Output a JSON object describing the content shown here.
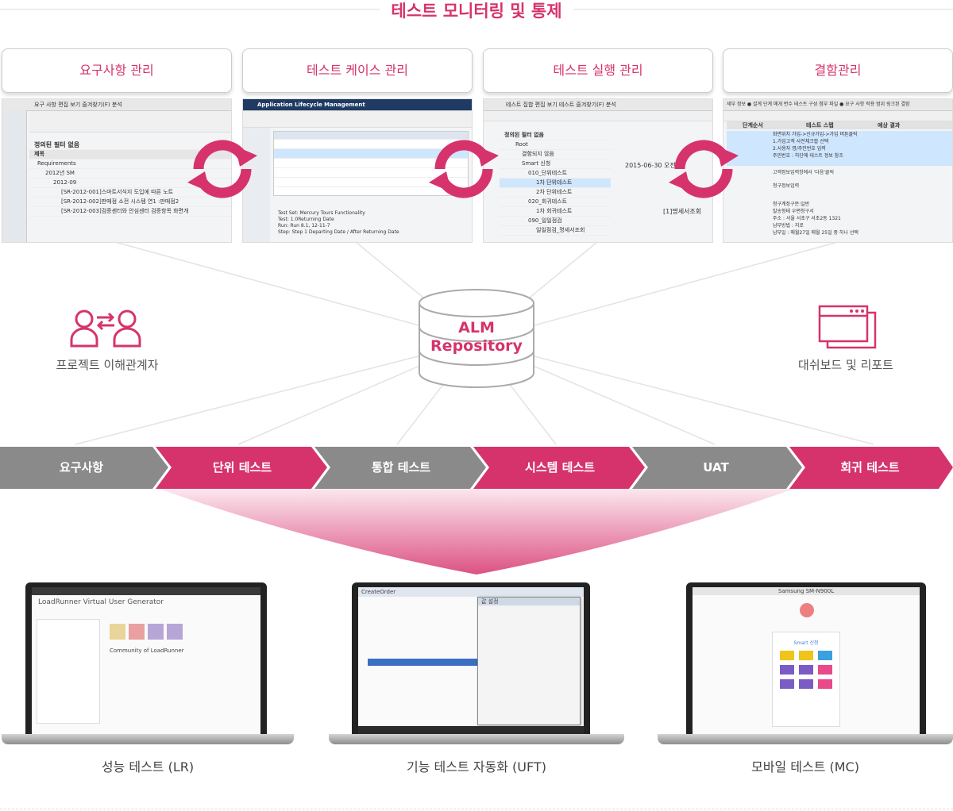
{
  "title": "테스트 모니터링 및 통제",
  "categories": [
    {
      "label": "요구사항 관리"
    },
    {
      "label": "테스트 케이스 관리"
    },
    {
      "label": "테스트 실행 관리"
    },
    {
      "label": "결함관리"
    }
  ],
  "shot1": {
    "menu": "요구 사항   편집   보기   즐겨찾기(F)   분석",
    "filter": "정의된 필터 없음",
    "col": "제목",
    "rows": [
      "Requirements",
      "2012년 SM",
      "2012-09",
      "[SR-2012-001]스마트서식지 도입에 따른 노트",
      "[SR-2012-002]판매점 소전 시스템 연1 :판매점2",
      "[SR-2012-003]검증센터와 안심센터 검증항목 화면개"
    ]
  },
  "shot2": {
    "app": "Application Lifecycle Management",
    "rows": [
      "Test Set: Mercury Tours Functionality",
      "Test: 1.0Returning Date",
      "Run: Run 8.1, 12-11-7",
      "Step: Step 1 Departing Date / After Returning Date"
    ]
  },
  "shot3": {
    "menu": "테스트 집합  편집  보기  테스트  즐겨찾기(F)  분석",
    "filter": "정의된 필터 없음",
    "rows": [
      "Root",
      "결함되지 않음",
      "Smart 신청",
      "010_단위테스트",
      "1차 단위테스트",
      "2차 단위테스트",
      "020_회귀테스트",
      "1차 회귀테스트",
      "090_일일점검",
      "일일점검_명세서조회"
    ],
    "date": "2015-06-30 오전 5",
    "note": "[1]명세서조회"
  },
  "shot4": {
    "tabs": "세부 정보  ● 설계 단계  매개 변수  테스트 구성  첨부 파일  ● 요구 사항 적용 범위  링크된 결함",
    "cols": [
      "단계순서",
      "테스트 스텝",
      "예상 결과"
    ],
    "rows": [
      "화면위치 가입->신규가입->가입 버튼클릭",
      "1.가입고객 사전체크팝 선택",
      "2.사용자 명/주민번호 입력",
      "주민번호 : 하단에 테스트 정보 참조",
      "고객정보입력창에서 '다음'클릭",
      "청구정보입력",
      "청구계정구분:일반",
      "발송형태 우편청구서",
      "주소 : 서울 서초구 서초2동 1321",
      "납부방법 : 지로",
      "납부일 : 매월27일 매월 25일 중 하나 선택"
    ]
  },
  "repository": {
    "line1": "ALM",
    "line2": "Repository"
  },
  "left_label": "프로젝트 이해관계자",
  "right_label": "대쉬보드 및 리포트",
  "stages": [
    "요구사항",
    "단위 테스트",
    "통합 테스트",
    "시스템 테스트",
    "UAT",
    "회귀 테스트"
  ],
  "laptops": [
    {
      "label": "성능 테스트 (LR)",
      "screen_title": "LoadRunner Virtual User Generator",
      "screen_sub": "Community of LoadRunner"
    },
    {
      "label": "기능 테스트 자동화 (UFT)",
      "screen_title": "CreateOrder",
      "screen_sub": "값 설정"
    },
    {
      "label": "모바일 테스트 (MC)",
      "screen_title": "Samsung SM-N900L",
      "screen_sub": "Smart 신청"
    }
  ],
  "colors": {
    "accent": "#d6336c",
    "gray": "#8a8a8a"
  }
}
